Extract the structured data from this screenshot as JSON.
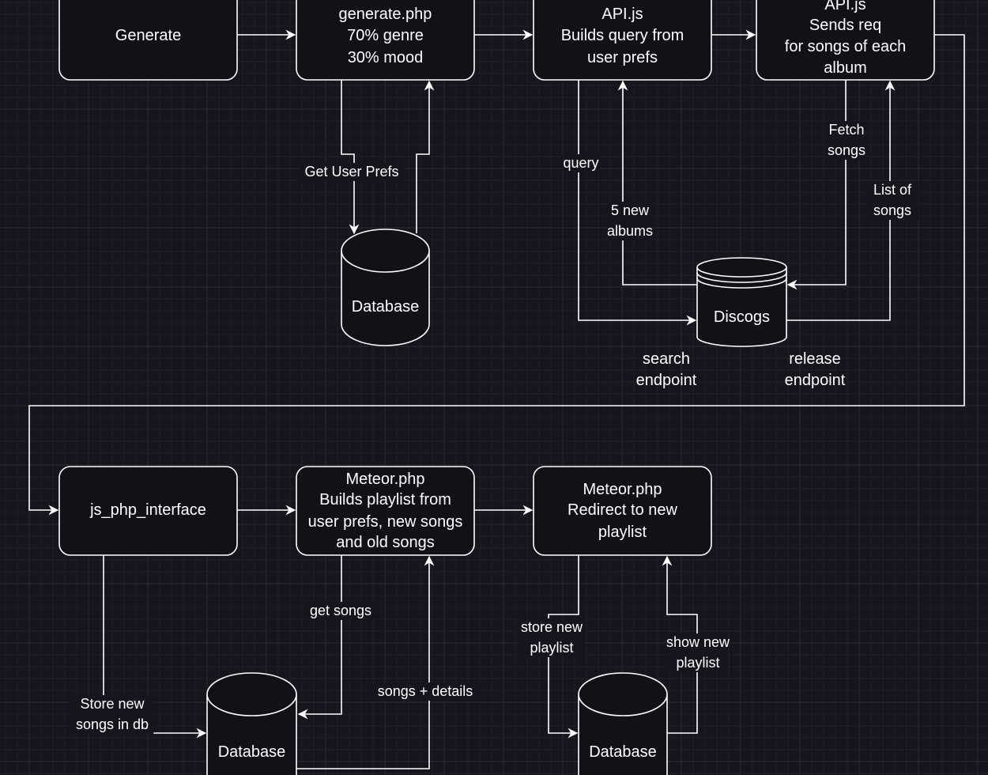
{
  "colors": {
    "background": "#18141d",
    "grid_minor": "#221e27",
    "grid_major": "#2e2a33",
    "stroke": "#ffffff",
    "node_fill": "#141018"
  },
  "nodes": {
    "generate": [
      "Generate"
    ],
    "generate_php": [
      "generate.php",
      "70% genre",
      "30% mood"
    ],
    "api_js_query": [
      "API.js",
      "Builds query from",
      "user prefs"
    ],
    "api_js_songs": [
      "API.js",
      "Sends req",
      "for songs of each",
      "album"
    ],
    "database_prefs": [
      "Database"
    ],
    "discogs": [
      "Discogs"
    ],
    "js_php_interface": [
      "js_php_interface"
    ],
    "meteor_build": [
      "Meteor.php",
      "Builds playlist from",
      "user prefs, new songs",
      "and old songs"
    ],
    "meteor_redirect": [
      "Meteor.php",
      "Redirect to new",
      "playlist"
    ],
    "database_songs": [
      "Database"
    ],
    "database_playlist": [
      "Database"
    ]
  },
  "edge_labels": {
    "get_user_prefs": [
      "Get User Prefs"
    ],
    "query": [
      "query"
    ],
    "new_albums": [
      "5 new",
      "albums"
    ],
    "fetch_songs": [
      "Fetch",
      "songs"
    ],
    "list_of_songs": [
      "List of",
      "songs"
    ],
    "search_endpoint": [
      "search",
      "endpoint"
    ],
    "release_endpoint": [
      "release",
      "endpoint"
    ],
    "store_new_songs": [
      "Store new",
      "songs in db"
    ],
    "get_songs": [
      "get songs"
    ],
    "songs_details": [
      "songs + details"
    ],
    "store_new_playlist": [
      "store new",
      "playlist"
    ],
    "show_new_playlist": [
      "show new",
      "playlist"
    ]
  }
}
